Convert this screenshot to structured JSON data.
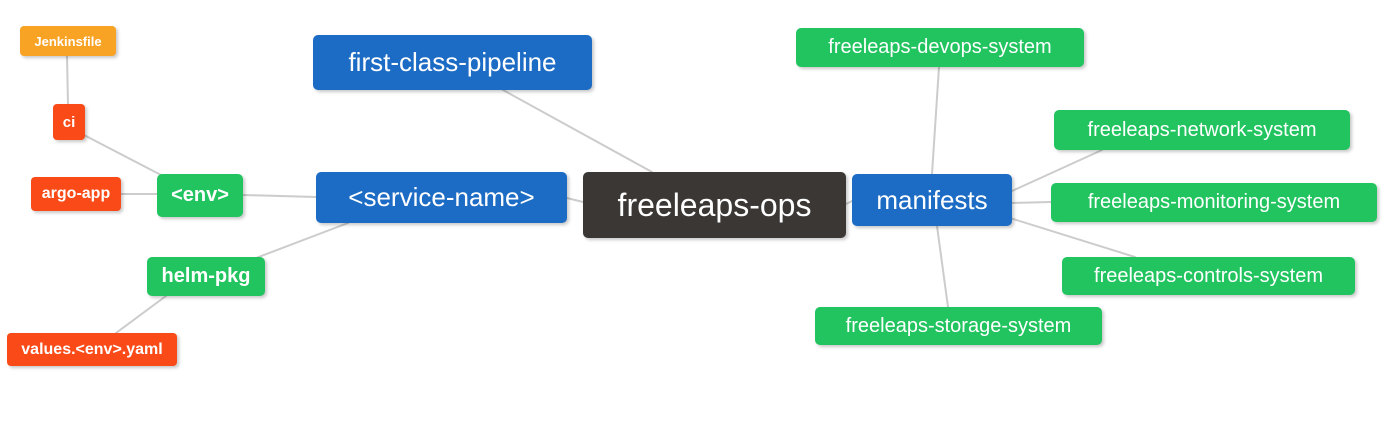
{
  "diagram": {
    "type": "mindmap",
    "root": "freeleaps-ops",
    "colors": {
      "blue": "#1c6bc4",
      "green": "#21c45f",
      "red": "#fa4a17",
      "orange": "#f9a325",
      "dark": "#3b3735",
      "line": "#cccccc",
      "label_text": "#ffffff"
    },
    "nodes": {
      "jenkinsfile": {
        "label": "Jenkinsfile"
      },
      "ci": {
        "label": "ci"
      },
      "argo_app": {
        "label": "argo-app"
      },
      "env": {
        "label": "<env>"
      },
      "helm_pkg": {
        "label": "helm-pkg"
      },
      "values_yaml": {
        "label": "values.<env>.yaml"
      },
      "first_class_pipeline": {
        "label": "first-class-pipeline"
      },
      "service_name": {
        "label": "<service-name>"
      },
      "freeleaps_ops": {
        "label": "freeleaps-ops"
      },
      "manifests": {
        "label": "manifests"
      },
      "devops_system": {
        "label": "freeleaps-devops-system"
      },
      "network_system": {
        "label": "freeleaps-network-system"
      },
      "monitoring_system": {
        "label": "freeleaps-monitoring-system"
      },
      "controls_system": {
        "label": "freeleaps-controls-system"
      },
      "storage_system": {
        "label": "freeleaps-storage-system"
      }
    },
    "edges": [
      {
        "from": "Jenkinsfile",
        "to": "ci"
      },
      {
        "from": "ci",
        "to": "<env>"
      },
      {
        "from": "argo-app",
        "to": "<env>"
      },
      {
        "from": "<env>",
        "to": "<service-name>"
      },
      {
        "from": "helm-pkg",
        "to": "<service-name>"
      },
      {
        "from": "values.<env>.yaml",
        "to": "helm-pkg"
      },
      {
        "from": "<service-name>",
        "to": "freeleaps-ops"
      },
      {
        "from": "first-class-pipeline",
        "to": "freeleaps-ops"
      },
      {
        "from": "freeleaps-ops",
        "to": "manifests"
      },
      {
        "from": "manifests",
        "to": "freeleaps-devops-system"
      },
      {
        "from": "manifests",
        "to": "freeleaps-network-system"
      },
      {
        "from": "manifests",
        "to": "freeleaps-monitoring-system"
      },
      {
        "from": "manifests",
        "to": "freeleaps-controls-system"
      },
      {
        "from": "manifests",
        "to": "freeleaps-storage-system"
      }
    ]
  }
}
